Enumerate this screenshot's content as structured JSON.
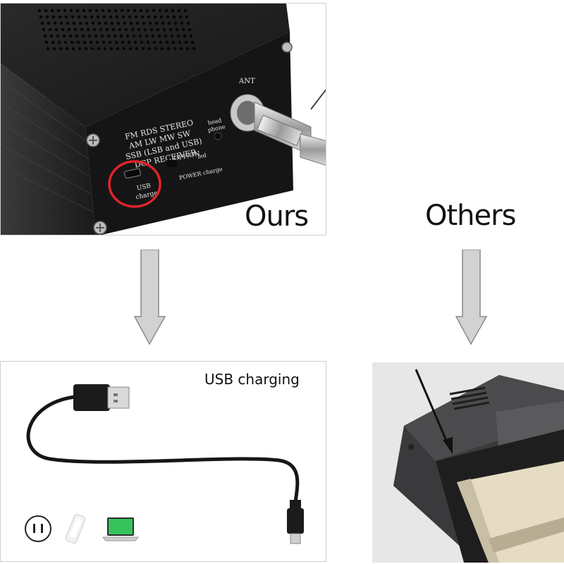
{
  "labels": {
    "ours": "Ours",
    "others": "Others",
    "usb_charging": "USB charging"
  },
  "radio_panel": {
    "line1": "FM RDS STEREO",
    "line2": "AM LW MW SW",
    "line3": "SSB (LSB and USB)",
    "line4": "DCP RECEIVER",
    "ant": "ANT",
    "head": "head",
    "phone": "phone",
    "usb": "USB",
    "charge": "charge",
    "off_on": "OFF/ON",
    "led": "led",
    "power_charge": "POWER charge"
  },
  "icons": [
    "power-outlet-icon",
    "power-bank-icon",
    "laptop-icon"
  ],
  "colors": {
    "highlight_circle": "#e0242a",
    "arrow_fill": "#d2d2d2",
    "arrow_stroke": "#8a8a8a",
    "device_body": "#1f1f1f"
  }
}
